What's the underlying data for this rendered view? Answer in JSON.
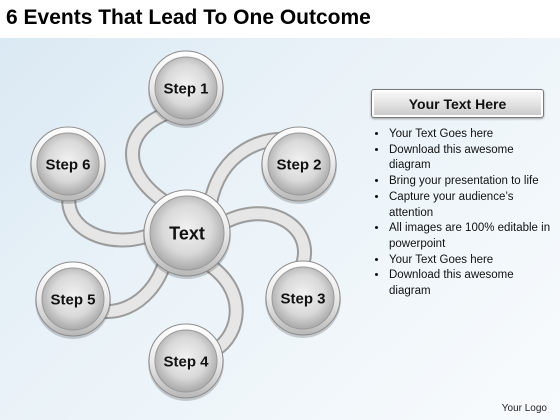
{
  "page": {
    "title": "6 Events That Lead To One Outcome"
  },
  "diagram": {
    "center_label": "Text",
    "steps": [
      {
        "id": "step-1",
        "label": "Step 1"
      },
      {
        "id": "step-2",
        "label": "Step 2"
      },
      {
        "id": "step-3",
        "label": "Step 3"
      },
      {
        "id": "step-4",
        "label": "Step 4"
      },
      {
        "id": "step-5",
        "label": "Step 5"
      },
      {
        "id": "step-6",
        "label": "Step 6"
      }
    ]
  },
  "text_box": {
    "header": "Your Text Here",
    "bullets": [
      "Your Text Goes here",
      "Download this awesome diagram",
      "Bring your presentation to life",
      "Capture your audience’s attention",
      "All images are 100% editable in powerpoint",
      "Your Text Goes here",
      "Download this awesome diagram"
    ]
  },
  "footer": {
    "logo": "Your Logo"
  }
}
